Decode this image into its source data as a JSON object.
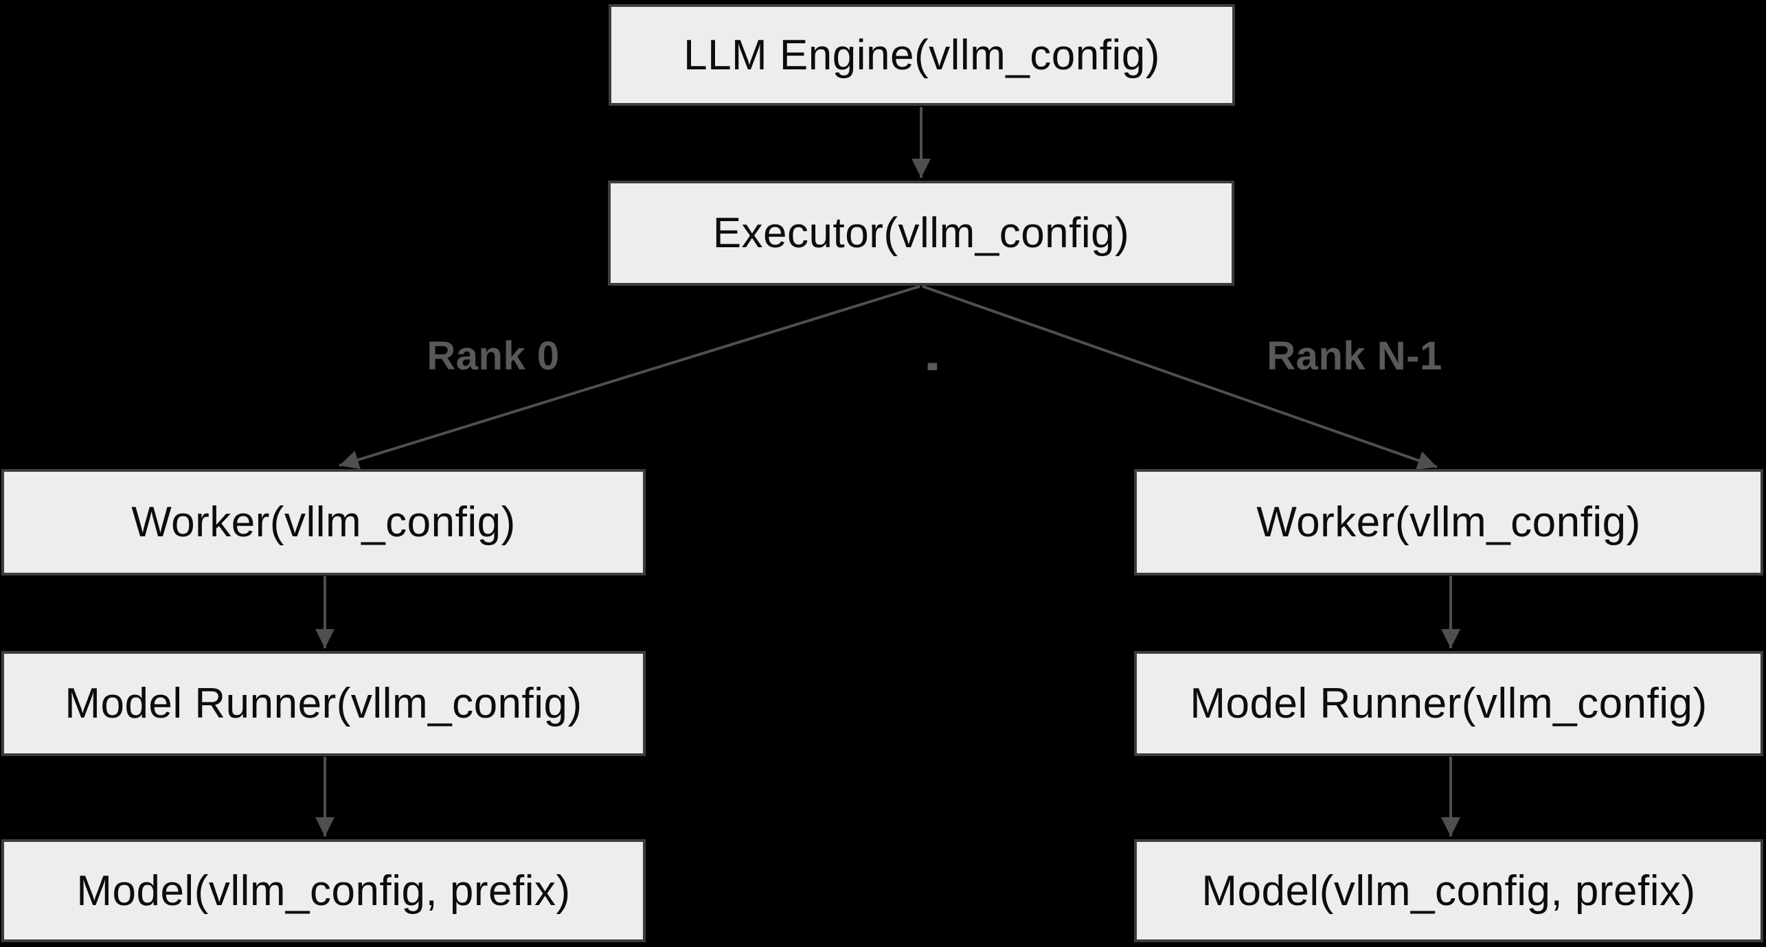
{
  "colors": {
    "background": "#000000",
    "node_fill": "#ededed",
    "node_border": "#3d3d3d",
    "node_text": "#0c0c0c",
    "edge": "#4f4f4f",
    "edge_label": "#595959"
  },
  "diagram": {
    "nodes": {
      "llm_engine": {
        "label": "LLM Engine(vllm_config)"
      },
      "executor": {
        "label": "Executor(vllm_config)"
      },
      "worker_rank0": {
        "label": "Worker(vllm_config)"
      },
      "model_runner_rank0": {
        "label": "Model Runner(vllm_config)"
      },
      "model_rank0": {
        "label": "Model(vllm_config, prefix)"
      },
      "worker_rankN": {
        "label": "Worker(vllm_config)"
      },
      "model_runner_rankN": {
        "label": "Model Runner(vllm_config)"
      },
      "model_rankN": {
        "label": "Model(vllm_config, prefix)"
      }
    },
    "edge_labels": {
      "rank0": "Rank 0",
      "ellipsis": "...",
      "rankN": "Rank N-1"
    }
  }
}
